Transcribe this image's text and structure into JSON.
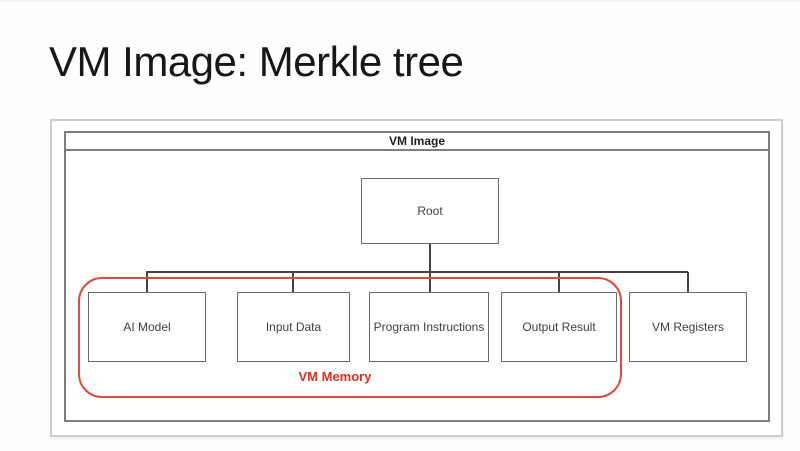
{
  "slide": {
    "title": "VM Image: Merkle tree"
  },
  "diagram": {
    "container_label": "VM Image",
    "root_node": {
      "label": "Root"
    },
    "leaf_nodes": [
      {
        "label": "AI Model"
      },
      {
        "label": "Input Data"
      },
      {
        "label": "Program Instructions"
      },
      {
        "label": "Output Result"
      },
      {
        "label": "VM Registers"
      }
    ],
    "memory_group": {
      "label": "VM Memory"
    },
    "colors": {
      "accent_red": "#df4a3d",
      "accent_red_text": "#dd2d1f",
      "node_border": "#6c6c6c",
      "outer_border": "#cbcfcb",
      "frame_border": "#7e7e7e",
      "connector": "#434343",
      "text": "#3f3f3f"
    }
  }
}
